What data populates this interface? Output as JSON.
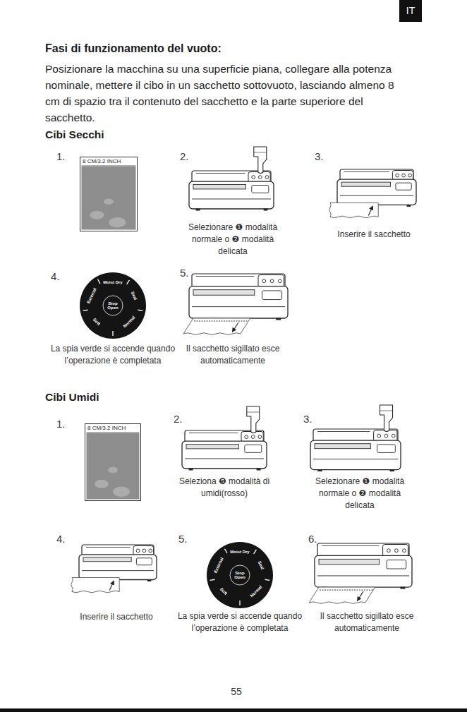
{
  "diagram": {
    "title": "Fasi di funzionamento del vuoto:",
    "nodes": [
      {
        "text": [
          "IT"
        ]
      },
      {
        "text": [
          "8 CM/3.2 INCH"
        ]
      },
      {
        "text": [
          "Moist Dry",
          "Seal",
          "Normal",
          "Soft",
          "External",
          "Stop Open"
        ]
      },
      {
        "text": [
          "8 CM/3.2 INCH"
        ]
      },
      {
        "text": [
          "Moist Dry",
          "Seal",
          "Normal",
          "Soft",
          "External",
          "Stop Open"
        ]
      }
    ],
    "edges": [],
    "labels": [
      "Posizionare la macchina su una superficie piana, collegare alla potenza nominale, mettere il cibo in un sacchetto sottovuoto, lasciando almeno 8 cm di spazio tra il contenuto del sacchetto e la parte superiore del sacchetto.",
      "Cibi Secchi",
      "1.",
      "2.",
      "3.",
      "Selezionare ❶ modalità normale o ❷ modalità delicata",
      "Inserire il sacchetto",
      "4.",
      "5.",
      "La spia verde si accende quando l’operazione è completata",
      "Il sacchetto sigillato esce automaticamente",
      "Cibi Umidi",
      "1.",
      "2.",
      "3.",
      "Seleziona ❺ modalità di umidi(rosso)",
      "Selezionare ❶ modalità normale o ❷ modalità delicata",
      "4.",
      "5.",
      "6.",
      "Inserire il sacchetto",
      "La spia verde si accende quando l’operazione è completata",
      "Il sacchetto sigillato esce automaticamente",
      "55"
    ]
  }
}
